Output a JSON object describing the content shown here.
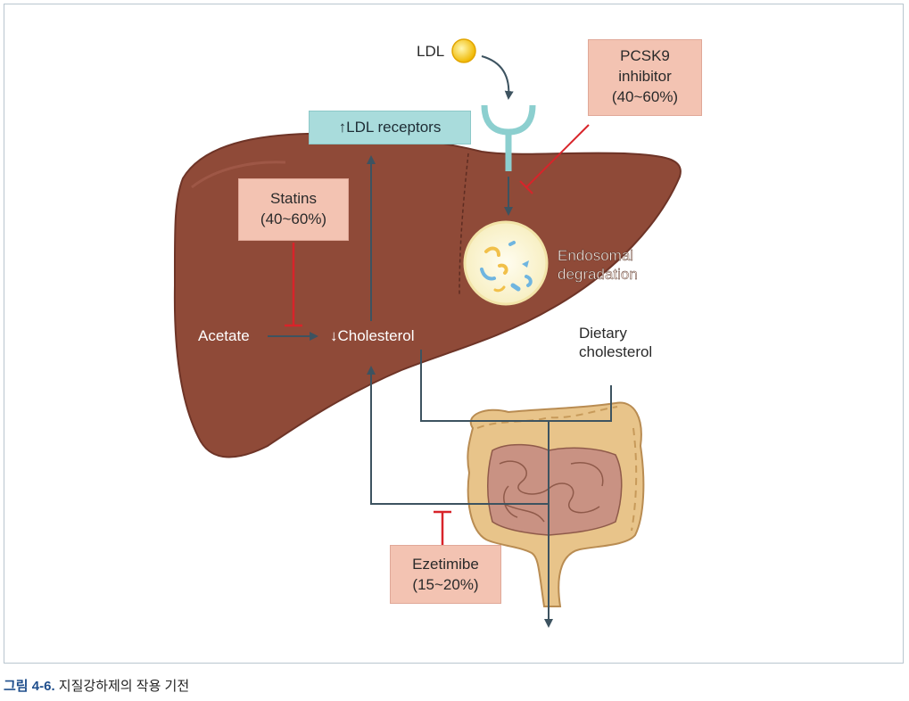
{
  "diagram": {
    "ldl_label": "LDL",
    "ldl_receptors_label": "↑LDL receptors",
    "pcsk9_line1": "PCSK9",
    "pcsk9_line2": "inhibitor",
    "pcsk9_line3": "(40~60%)",
    "statins_line1": "Statins",
    "statins_line2": "(40~60%)",
    "acetate_label": "Acetate",
    "cholesterol_label": "↓Cholesterol",
    "endosomal_line1": "Endosomal",
    "endosomal_line2": "degradation",
    "dietary_line1": "Dietary",
    "dietary_line2": "cholesterol",
    "ezetimibe_line1": "Ezetimibe",
    "ezetimibe_line2": "(15~20%)"
  },
  "caption": {
    "figure_number": "그림 4-6.",
    "text": "지질강하제의 작용 기전"
  },
  "colors": {
    "liver": "#8f4a38",
    "liver_edge": "#6e3427",
    "intestine": "#e8c48a",
    "arrow": "#3d5360",
    "inhibit": "#d8242a",
    "receptor": "#8ccfcf",
    "label_box": "#f3c3b2",
    "teal_box": "#a9dcdc",
    "figure_label": "#1f4e8c"
  }
}
